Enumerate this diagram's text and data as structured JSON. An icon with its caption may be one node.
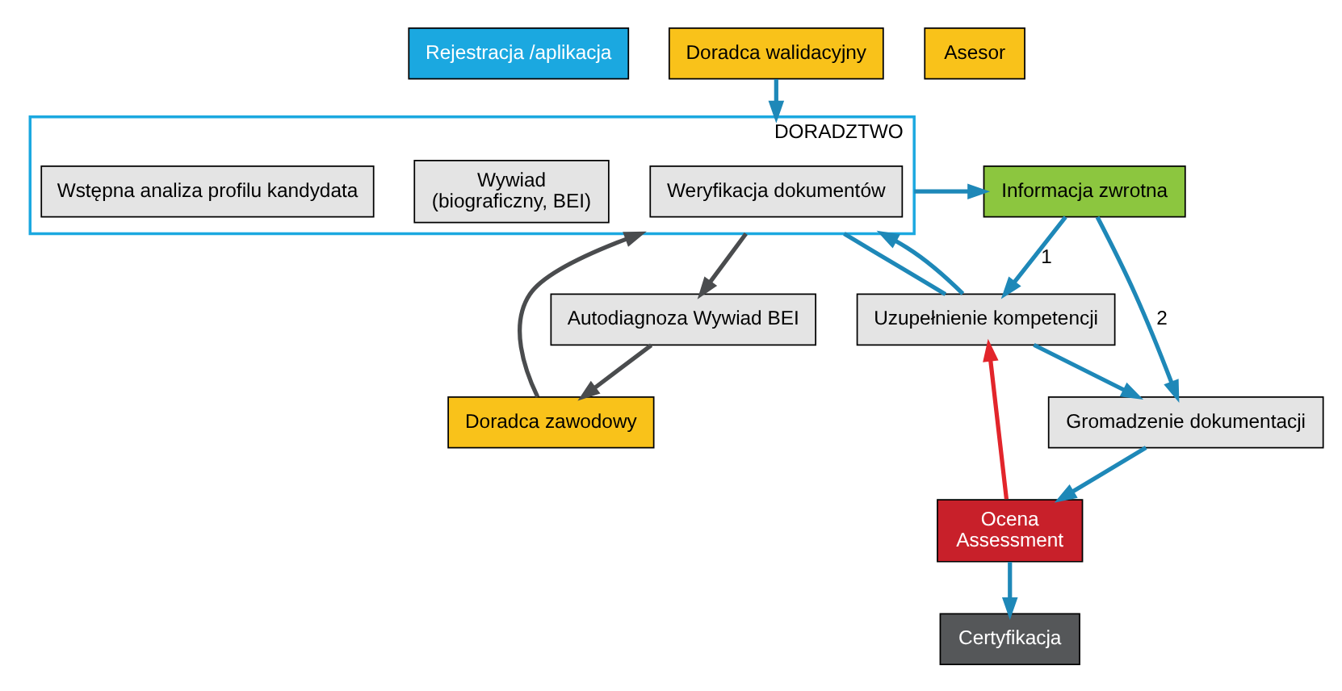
{
  "diagram": {
    "nodes": [
      {
        "text": [
          "Rejestracja /aplikacja"
        ]
      },
      {
        "text": [
          "Doradca walidacyjny"
        ]
      },
      {
        "text": [
          "Doradca zawodowy"
        ]
      },
      {
        "text": [
          "Autodiagnoza Wywiad BEI"
        ]
      },
      {
        "text": [
          "DORADZTWO"
        ]
      },
      {
        "text": [
          "Weryfikacja dokumentów"
        ],
        "in": 4
      },
      {
        "text": [
          "Wywiad",
          "(biograficzny, BEI)"
        ],
        "in": 4
      },
      {
        "text": [
          "Wstępna analiza profilu kandydata"
        ],
        "in": 4
      },
      {
        "text": [
          "Asesor"
        ]
      },
      {
        "text": [
          "Ocena",
          "Assessment"
        ]
      },
      {
        "text": [
          "Certyfikacja"
        ]
      },
      {
        "text": [
          "Uzupełnienie kompetencji"
        ]
      },
      {
        "text": [
          "Gromadzenie dokumentacji"
        ]
      },
      {
        "text": [
          "Informacja zwrotna"
        ]
      }
    ],
    "edges": [
      {
        "from": 1,
        "to": 4,
        "arrow": "to"
      },
      {
        "from": 2,
        "to": 4,
        "arrow": "to",
        "color": "#4a4c4e"
      },
      {
        "from": 4,
        "to": 3,
        "arrow": "to",
        "color": "#4a4c4e"
      },
      {
        "from": 3,
        "to": 2,
        "arrow": "to",
        "color": "#4a4c4e"
      },
      {
        "from": 4,
        "to": 11,
        "arrow": "none"
      },
      {
        "from": 11,
        "to": 4,
        "arrow": "to"
      },
      {
        "from": 4,
        "to": 13,
        "arrow": "to"
      },
      {
        "from": 11,
        "to": 12,
        "arrow": "to"
      },
      {
        "from": 13,
        "to": 11,
        "arrow": "to",
        "label": "1"
      },
      {
        "from": 13,
        "to": 12,
        "arrow": "to",
        "label": "2"
      },
      {
        "from": 12,
        "to": 9,
        "arrow": "to"
      },
      {
        "from": 9,
        "to": 10,
        "arrow": "to"
      },
      {
        "from": 9,
        "to": 11,
        "arrow": "to",
        "color": "#e2252b"
      }
    ]
  }
}
